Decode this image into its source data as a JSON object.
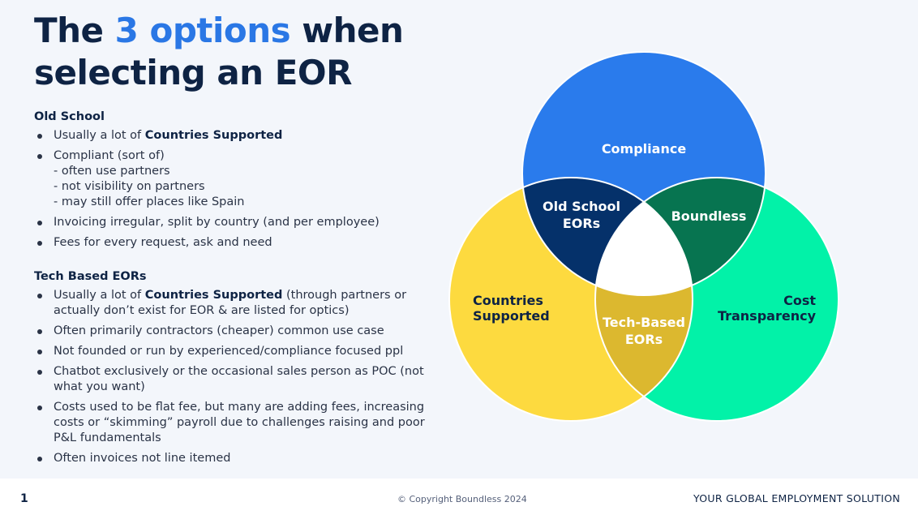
{
  "slide": {
    "title_prefix": "The ",
    "title_highlight": "3 options",
    "title_suffix": " when selecting an EOR"
  },
  "old_school": {
    "heading": "Old School",
    "items": [
      {
        "pre": "Usually a lot of ",
        "bold": "Countries Supported",
        "post": ""
      },
      {
        "text": "Compliant (sort of)",
        "subs": [
          "- often use partners",
          "- not visibility on partners",
          "- may still offer places like Spain"
        ]
      },
      {
        "text": "Invoicing irregular, split by country (and per employee)"
      },
      {
        "text": "Fees for every request, ask and need"
      }
    ]
  },
  "tech_based": {
    "heading": "Tech Based EORs",
    "items": [
      {
        "pre": "Usually a lot of ",
        "bold": "Countries Supported",
        "post": " (through partners or actually don’t exist for EOR & are listed for optics)"
      },
      {
        "text": "Often primarily contractors (cheaper) common use case"
      },
      {
        "text": "Not founded or run by experienced/compliance focused ppl"
      },
      {
        "text": "Chatbot exclusively or the occasional sales person as POC (not what you want)"
      },
      {
        "text": "Costs used to be flat fee, but many are adding fees, increasing costs or “skimming” payroll due to challenges raising and poor P&L fundamentals"
      },
      {
        "text": "Often invoices not line itemed"
      }
    ]
  },
  "venn": {
    "compliance": "Compliance",
    "countries_line1": "Countries",
    "countries_line2": "Supported",
    "cost_line1": "Cost",
    "cost_line2": "Transparency",
    "old_school_line1": "Old School",
    "old_school_line2": "EORs",
    "boundless": "Boundless",
    "tech_line1": "Tech-Based",
    "tech_line2": "EORs",
    "colors": {
      "compliance": "#2a7bec",
      "countries": "#fdda3f",
      "cost": "#02f2a8",
      "old_school": "#05316a",
      "boundless": "#077450",
      "tech_based": "#dcb82f",
      "center": "#ffffff"
    }
  },
  "footer": {
    "page_number": "1",
    "copyright": "© Copyright Boundless 2024",
    "tagline": "YOUR GLOBAL EMPLOYMENT SOLUTION"
  }
}
